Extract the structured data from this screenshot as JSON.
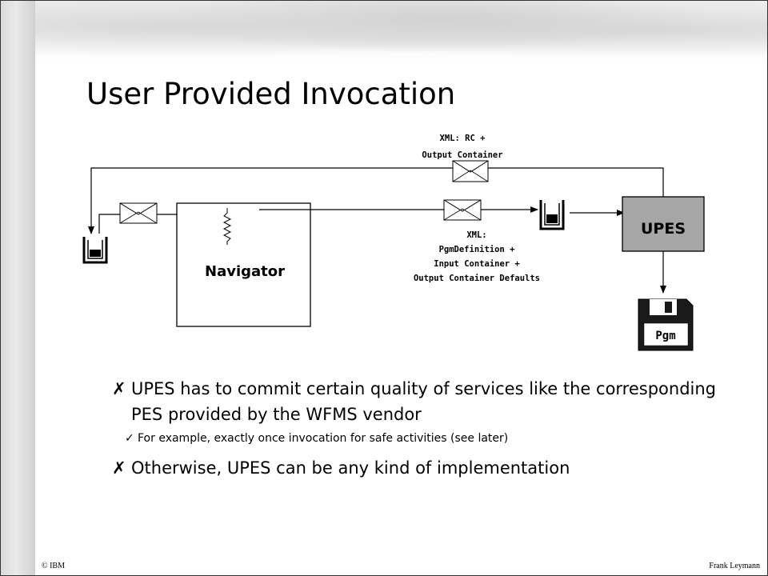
{
  "slide": {
    "title": "User Provided Invocation"
  },
  "diagram": {
    "navigator_label": "Navigator",
    "upes_label": "UPES",
    "pgm_label": "Pgm",
    "top_message_lines": [
      "XML: RC +",
      "Output Container"
    ],
    "bottom_message_lines": [
      "XML:",
      "PgmDefinition +",
      "Input Container +",
      "Output Container Defaults"
    ],
    "icons": [
      "envelope-icon",
      "queue-icon",
      "spring-icon",
      "floppy-disk-icon"
    ]
  },
  "bullets": [
    {
      "text": "UPES has to commit certain quality of services like the corresponding PES provided by the WFMS vendor",
      "sub": [
        {
          "text": "For example, exactly once invocation for safe activities (see later)"
        }
      ]
    },
    {
      "text": "Otherwise, UPES can be any kind of implementation",
      "sub": []
    }
  ],
  "footer": {
    "left": "© IBM",
    "right": "Frank Leymann"
  },
  "colors": {
    "upes_fill": "#a6a6a6",
    "disk_fill": "#1a1a1a"
  }
}
